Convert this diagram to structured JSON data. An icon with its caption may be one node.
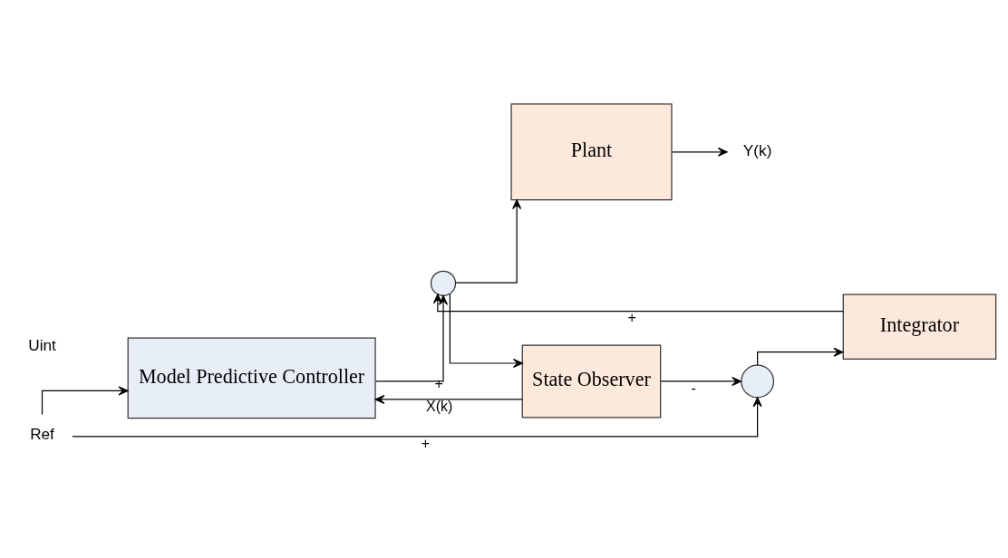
{
  "diagram": {
    "nodes": [
      {
        "text": [
          "Ref"
        ]
      },
      {
        "text": [
          "Model Predictive Controller"
        ]
      },
      {
        "text": [],
        "shape": "circle"
      },
      {
        "text": [
          "State Observer"
        ]
      },
      {
        "text": [
          "Plant"
        ]
      },
      {
        "text": [
          "Y(k)"
        ]
      },
      {
        "text": [],
        "shape": "circle"
      },
      {
        "text": [
          "Integrator"
        ]
      }
    ],
    "edges": [
      {
        "from": 0,
        "to": 1,
        "arrow": "to"
      },
      {
        "from": 0,
        "to": 6,
        "arrow": "to",
        "label": "+"
      },
      {
        "from": 1,
        "to": 2,
        "arrow": "to",
        "label": "+"
      },
      {
        "from": 7,
        "to": 2,
        "arrow": "to",
        "label": "+"
      },
      {
        "from": 2,
        "to": 4,
        "arrow": "to"
      },
      {
        "from": 2,
        "to": 3,
        "arrow": "to"
      },
      {
        "from": 3,
        "to": 1,
        "arrow": "to",
        "label": "X(k)"
      },
      {
        "from": 4,
        "to": 5,
        "arrow": "to"
      },
      {
        "from": 3,
        "to": 6,
        "arrow": "to",
        "label": "-"
      },
      {
        "from": 6,
        "to": 7,
        "arrow": "to"
      }
    ],
    "labels": [
      "Uint"
    ]
  }
}
